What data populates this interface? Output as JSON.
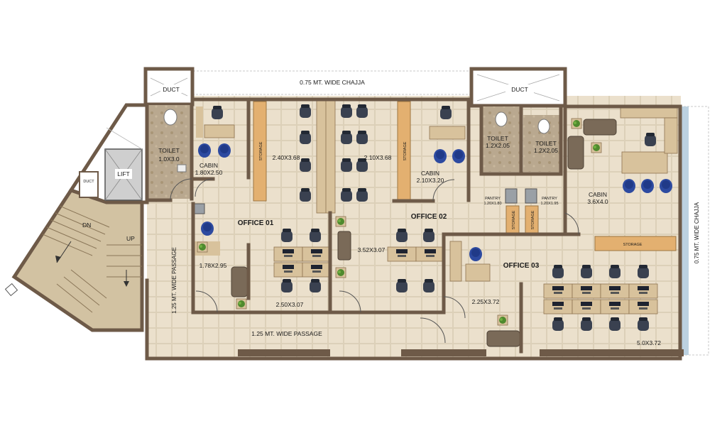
{
  "plan": {
    "chajja_top": "0.75 MT. WIDE CHAJJA",
    "chajja_right": "0.75 MT. WIDE CHAJJA",
    "duct_left": "DUCT",
    "duct_right": "DUCT",
    "duct_small": "DUCT",
    "lift": "LIFT",
    "stair_dn": "DN",
    "stair_up": "UP",
    "toilet1_name": "TOILET",
    "toilet1_size": "1.0X3.0",
    "cabin1_name": "CABIN",
    "cabin1_size": "1.80X2.50",
    "storage1": "STORAGE",
    "size_240": "2.40X3.68",
    "size_210a": "2.10X3.68",
    "storage2": "STORAGE",
    "cabin2_name": "CABIN",
    "cabin2_size": "2.10X3.20",
    "toilet2_name": "TOILET",
    "toilet2_size": "1.2X2.05",
    "toilet3_name": "TOILET",
    "toilet3_size": "1.2X2.05",
    "pantry1_name": "PANTRY",
    "pantry1_size": "1.20X1.80",
    "pantry2_name": "PANTRY",
    "pantry2_size": "1.20X1.95",
    "storage3": "STORAGE",
    "storage4": "STORAGE",
    "cabin3_name": "CABIN",
    "cabin3_size": "3.6X4.0",
    "storage5": "STORAGE",
    "office1": "OFFICE 01",
    "office2": "OFFICE 02",
    "office3": "OFFICE 03",
    "size_178": "1.78X2.95",
    "size_352": "3.52X3.07",
    "size_250": "2.50X3.07",
    "size_225": "2.25X3.72",
    "size_50": "5.0X3.72",
    "passage_vert": "1.25 MT. WIDE PASSAGE",
    "passage_horiz": "1.25 MT. WIDE PASSAGE"
  },
  "colors": {
    "wall": "#6e5a48",
    "floor": "#e9ddc9",
    "desk": "#d8c29c",
    "chair": "#2f3644",
    "blue_chair": "#27408f"
  }
}
